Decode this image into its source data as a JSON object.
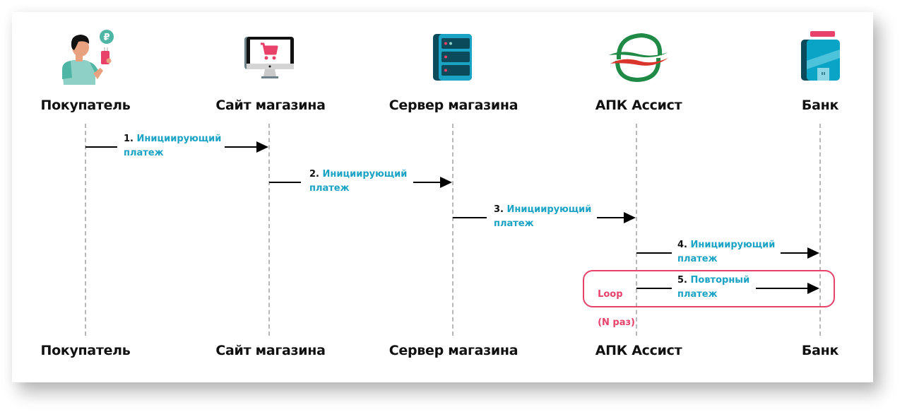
{
  "diagram": {
    "type": "sequence",
    "actors": [
      {
        "id": "buyer",
        "label": "Покупатель",
        "icon": "buyer-with-phone-icon"
      },
      {
        "id": "site",
        "label": "Сайт магазина",
        "icon": "monitor-cart-icon"
      },
      {
        "id": "server",
        "label": "Сервер магазина",
        "icon": "server-rack-icon"
      },
      {
        "id": "assist",
        "label": "АПК Ассист",
        "icon": "assist-logo-icon"
      },
      {
        "id": "bank",
        "label": "Банк",
        "icon": "bank-building-icon"
      }
    ],
    "messages": [
      {
        "num": "1.",
        "line1": "Инициирующий",
        "line2": "платеж",
        "from": "buyer",
        "to": "site"
      },
      {
        "num": "2.",
        "line1": "Инициирующий",
        "line2": "платеж",
        "from": "site",
        "to": "server"
      },
      {
        "num": "3.",
        "line1": "Инициирующий",
        "line2": "платеж",
        "from": "server",
        "to": "assist"
      },
      {
        "num": "4.",
        "line1": "Инициирующий",
        "line2": "платеж",
        "from": "assist",
        "to": "bank"
      },
      {
        "num": "5.",
        "line1": "Повторный",
        "line2": "платеж",
        "from": "assist",
        "to": "bank"
      }
    ],
    "loop": {
      "line1": "Loop",
      "line2": "(N раз)",
      "covers_message": 5
    },
    "colors": {
      "label_accent": "#1aa3c4",
      "loop_accent": "#e8416a",
      "text": "#111111",
      "lifeline": "#b8b8b8"
    }
  }
}
